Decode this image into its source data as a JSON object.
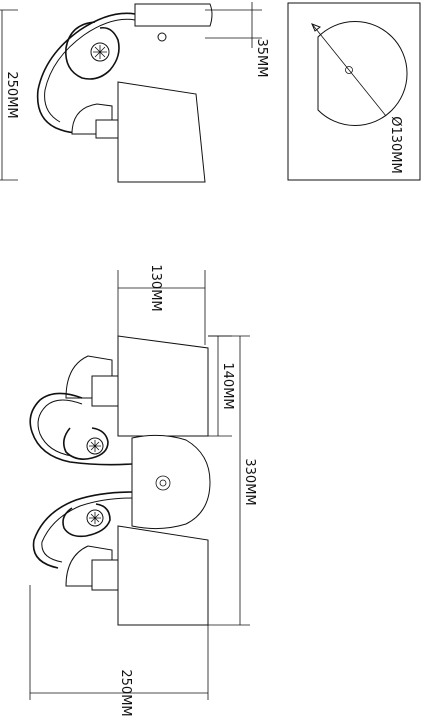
{
  "drawing": {
    "side_view": {
      "height_label": "250MM",
      "mount_label": "35MM"
    },
    "top_view": {
      "diameter_label": "Ø130MM"
    },
    "front_view": {
      "shade_width_label": "130MM",
      "shade_height_label": "140MM",
      "total_width_label": "330MM",
      "projection_label": "250MM"
    }
  },
  "colors": {
    "line": "#111111",
    "background": "#ffffff"
  }
}
